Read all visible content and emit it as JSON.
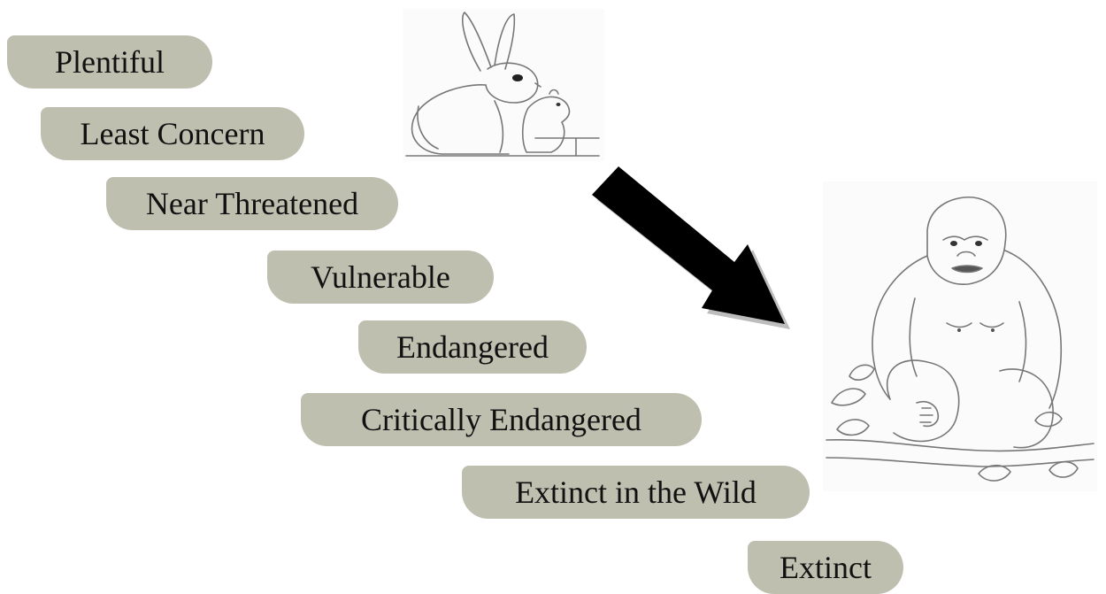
{
  "status_levels": [
    {
      "label": "Plentiful"
    },
    {
      "label": "Least Concern"
    },
    {
      "label": "Near Threatened"
    },
    {
      "label": "Vulnerable"
    },
    {
      "label": "Endangered"
    },
    {
      "label": "Critically Endangered"
    },
    {
      "label": "Extinct in the Wild"
    },
    {
      "label": "Extinct"
    }
  ],
  "colors": {
    "pill_fill": "#bfbfb0",
    "pill_text": "#111111",
    "arrow": "#000000",
    "sketch_line": "#777777"
  },
  "images": {
    "top": "rabbit-and-mouse-sketch",
    "bottom": "gorilla-sketch"
  }
}
